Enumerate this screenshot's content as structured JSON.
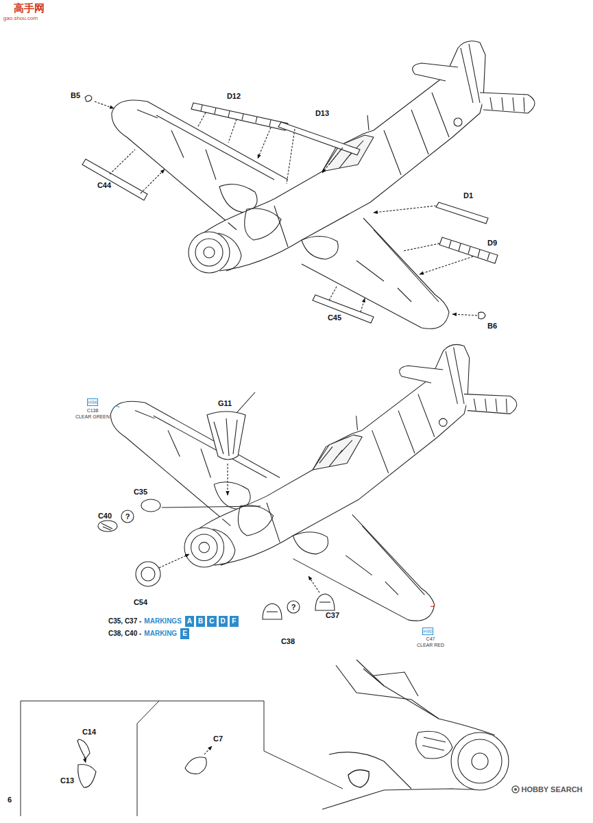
{
  "diagram": {
    "nodes": [
      {
        "text": [
          "H94"
        ]
      },
      {
        "text": [
          "A"
        ]
      },
      {
        "text": [
          "B"
        ]
      },
      {
        "text": [
          "C"
        ]
      },
      {
        "text": [
          "D"
        ]
      },
      {
        "text": [
          "F"
        ]
      },
      {
        "text": [
          "E"
        ]
      },
      {
        "text": [
          "H90"
        ]
      }
    ],
    "labels": [
      "高手网",
      "gao.shou.com",
      "B5",
      "D12",
      "D13",
      "C44",
      "D1",
      "D9",
      "C45",
      "B6",
      "G11",
      "C138",
      "CLEAR GREEN",
      "C35",
      "C40",
      "?",
      "C54",
      "C37",
      "?",
      "C38",
      "C47",
      "CLEAR RED",
      "C35, C37 -",
      "MARKINGS",
      "C38, C40 -",
      "MARKING",
      "C14",
      "C13",
      "C7",
      "6",
      "HOBBY SEARCH"
    ]
  }
}
